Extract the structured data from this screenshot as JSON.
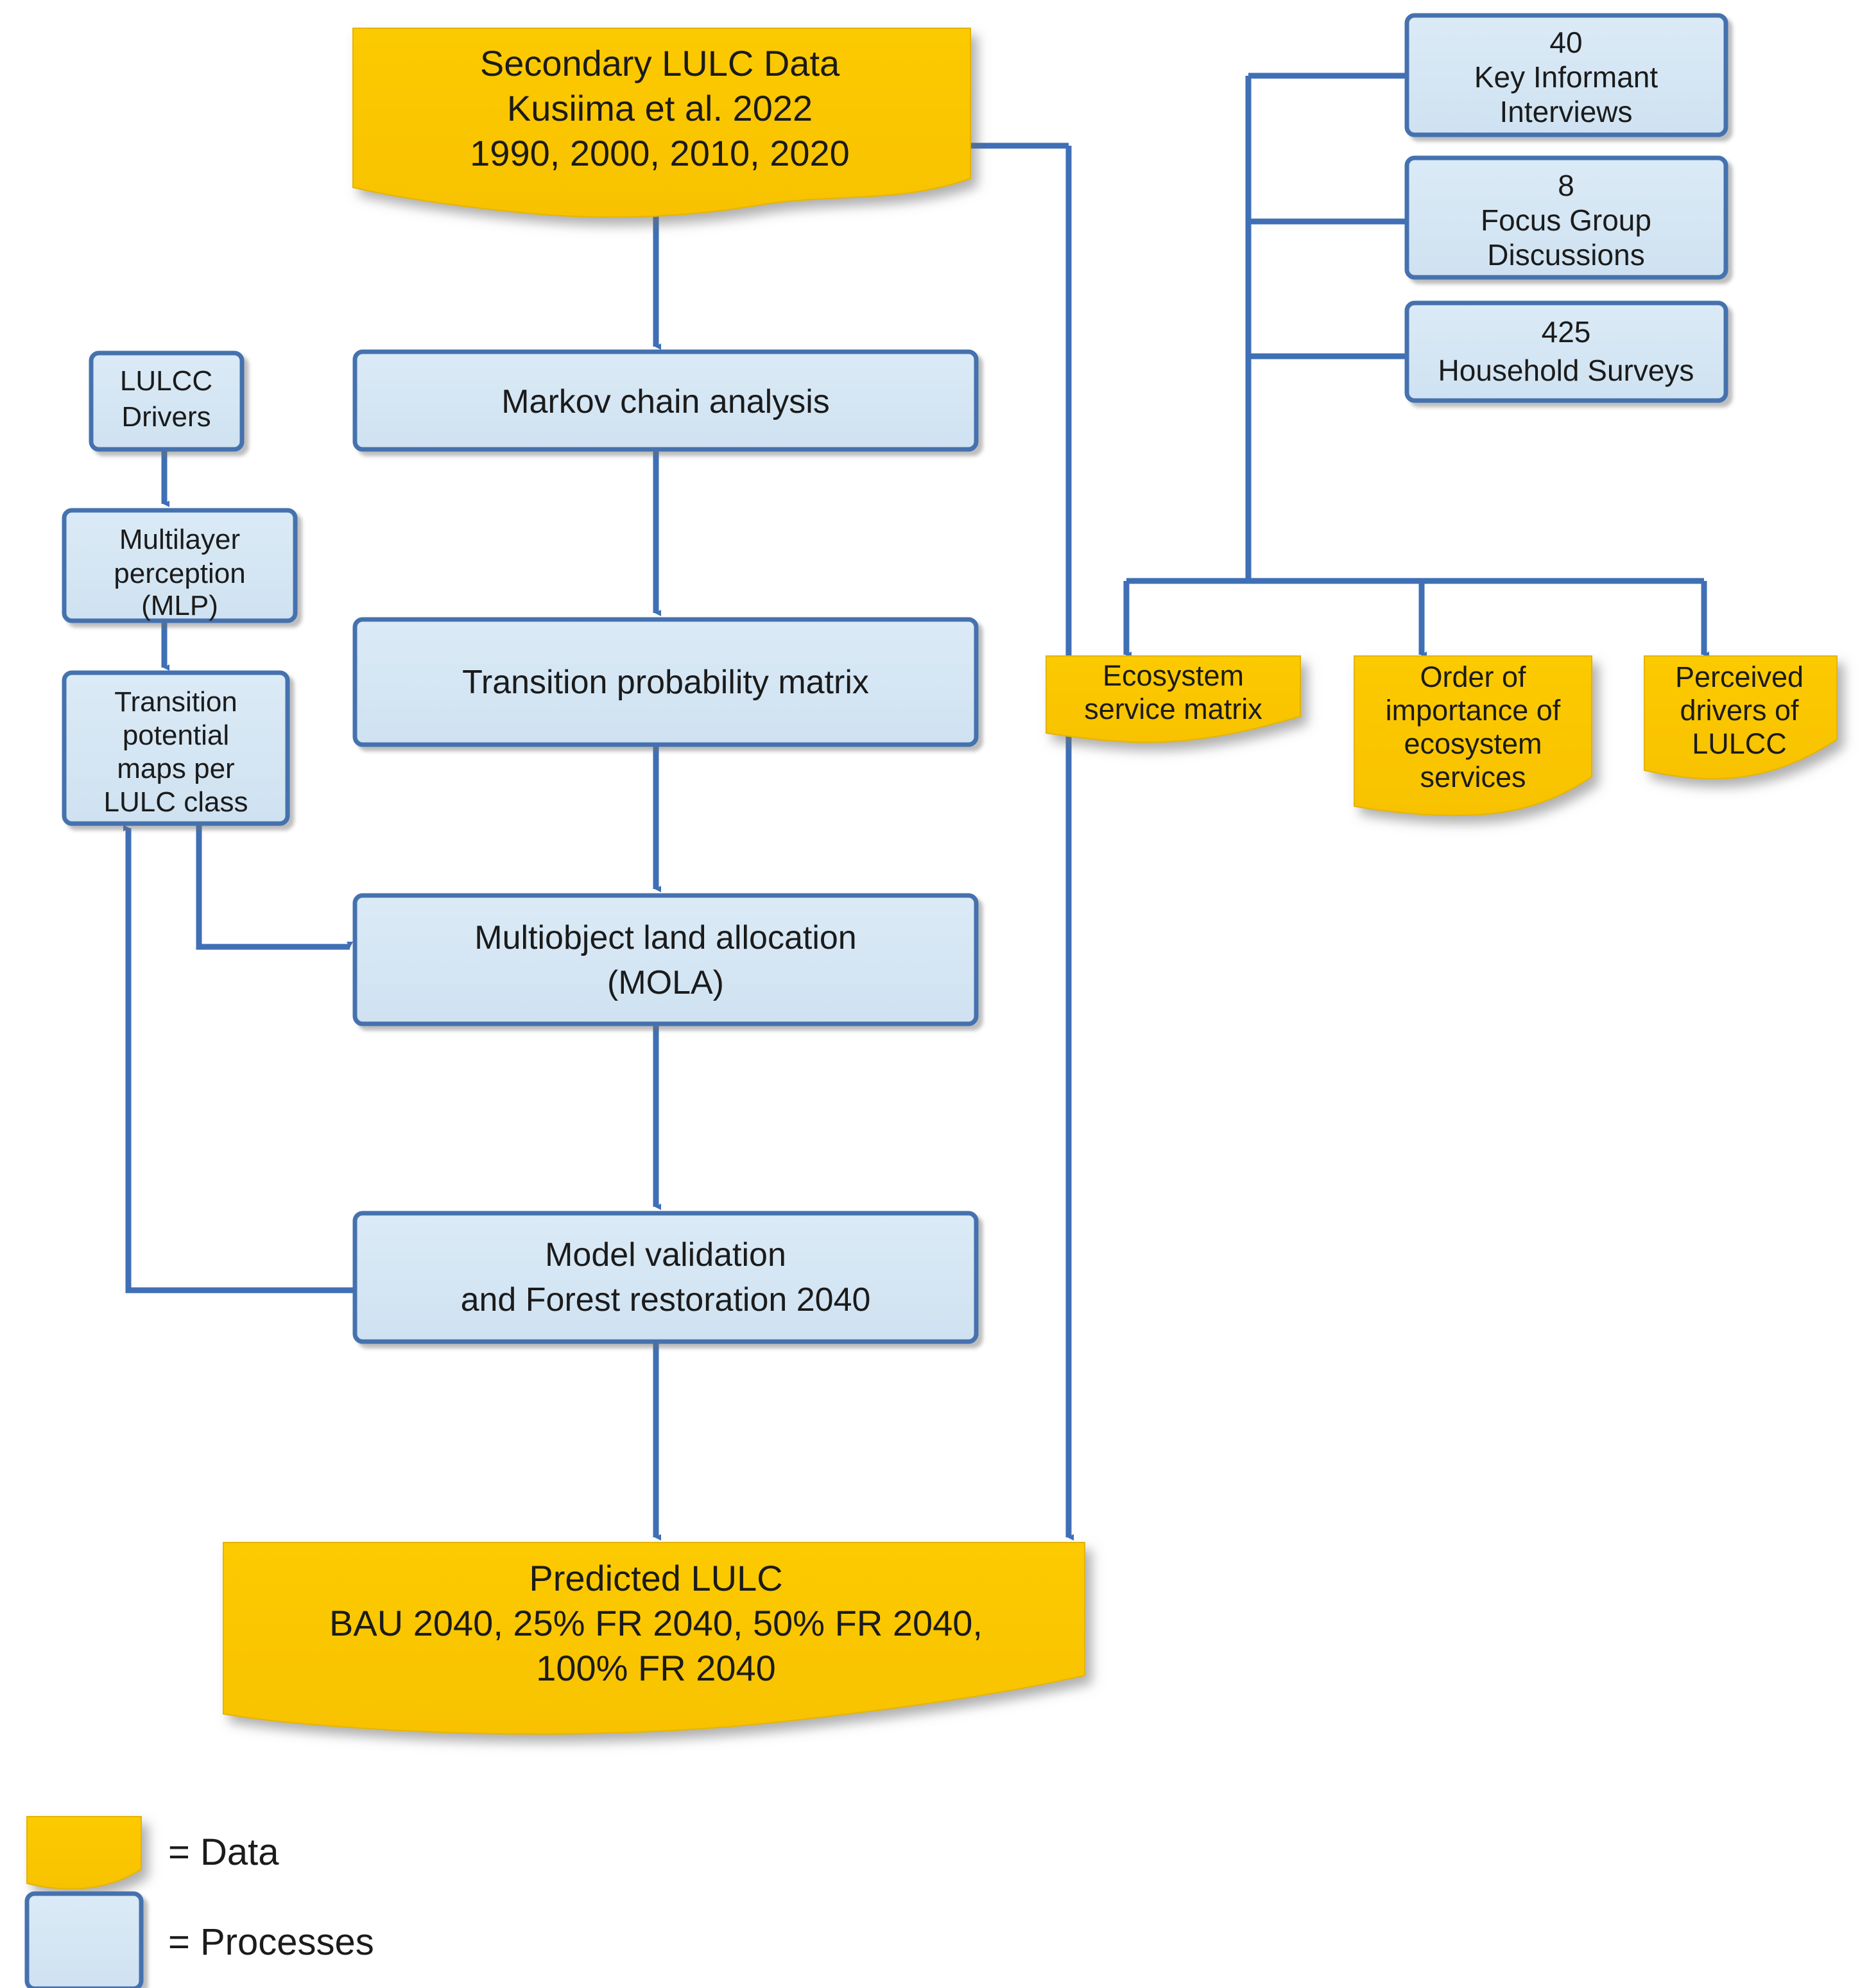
{
  "diagram": {
    "title": "LULC modelling and ecosystem services methodological flowchart",
    "colors": {
      "data_fill": "#fbc707",
      "data_fill_dark": "#eeb900",
      "process_fill": "#d4e6f3",
      "process_border": "#4472ae",
      "connector": "#3f6fb5",
      "text": "#1b1b1b",
      "shadow": "#8a8a8a",
      "background": "#ffffff"
    },
    "nodes": {
      "secondary_lulc_data": {
        "type": "data",
        "lines": [
          "Secondary LULC Data",
          "Kusiima et al. 2022",
          "1990,  2000,  2010,  2020"
        ]
      },
      "markov_chain": {
        "type": "process",
        "lines": [
          "Markov chain analysis"
        ]
      },
      "transition_probability_matrix": {
        "type": "process",
        "lines": [
          "Transition probability  matrix"
        ]
      },
      "mola": {
        "type": "process",
        "lines": [
          "Multiobject land allocation",
          "(MOLA)"
        ]
      },
      "model_validation": {
        "type": "process",
        "lines": [
          "Model validation",
          "and Forest restoration 2040"
        ]
      },
      "predicted_lulc": {
        "type": "data",
        "lines": [
          "Predicted LULC",
          "BAU 2040, 25% FR 2040, 50% FR 2040,",
          "100% FR 2040"
        ]
      },
      "lulcc_drivers": {
        "type": "process",
        "lines": [
          "LULCC",
          "Drivers"
        ]
      },
      "mlp": {
        "type": "process",
        "lines": [
          "Multilayer",
          "perception",
          "(MLP)"
        ]
      },
      "transition_potential_maps": {
        "type": "process",
        "lines": [
          "Transition",
          "potential",
          "maps per",
          "LULC class"
        ]
      },
      "key_informant_interviews": {
        "type": "process",
        "lines": [
          "40",
          "Key Informant",
          "Interviews"
        ]
      },
      "focus_group_discussions": {
        "type": "process",
        "lines": [
          "8",
          "Focus Group",
          "Discussions"
        ]
      },
      "household_surveys": {
        "type": "process",
        "lines": [
          "425",
          "Household Surveys"
        ]
      },
      "ecosystem_service_matrix": {
        "type": "data",
        "lines": [
          "Ecosystem",
          "service matrix"
        ]
      },
      "order_of_importance": {
        "type": "data",
        "lines": [
          "Order of",
          "importance of",
          "ecosystem",
          "services"
        ]
      },
      "perceived_drivers": {
        "type": "data",
        "lines": [
          "Perceived",
          "drivers of",
          "LULCC"
        ]
      }
    },
    "legend": {
      "items": [
        {
          "swatch": "data",
          "label": "= Data"
        },
        {
          "swatch": "process",
          "label": "= Processes"
        }
      ]
    }
  }
}
